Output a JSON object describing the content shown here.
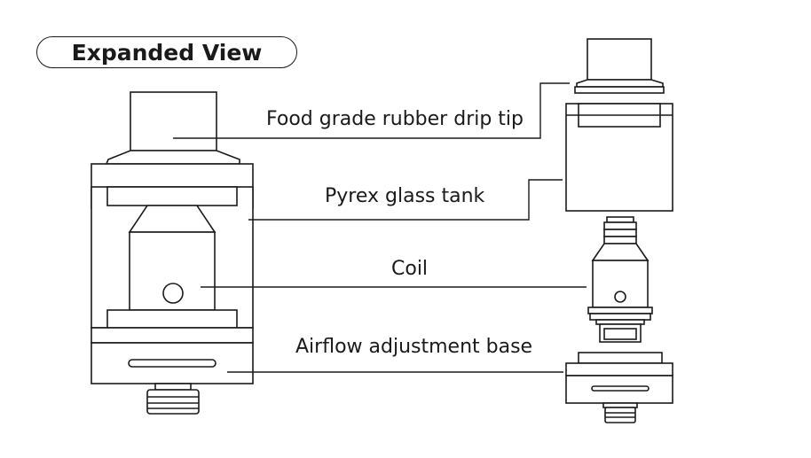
{
  "title": "Expanded View",
  "labels": {
    "drip_tip": "Food grade rubber drip tip",
    "glass_tank": "Pyrex glass tank",
    "coil": "Coil",
    "airflow_base": "Airflow adjustment base"
  },
  "colors": {
    "line": "#1a1a1a",
    "background": "#ffffff"
  }
}
